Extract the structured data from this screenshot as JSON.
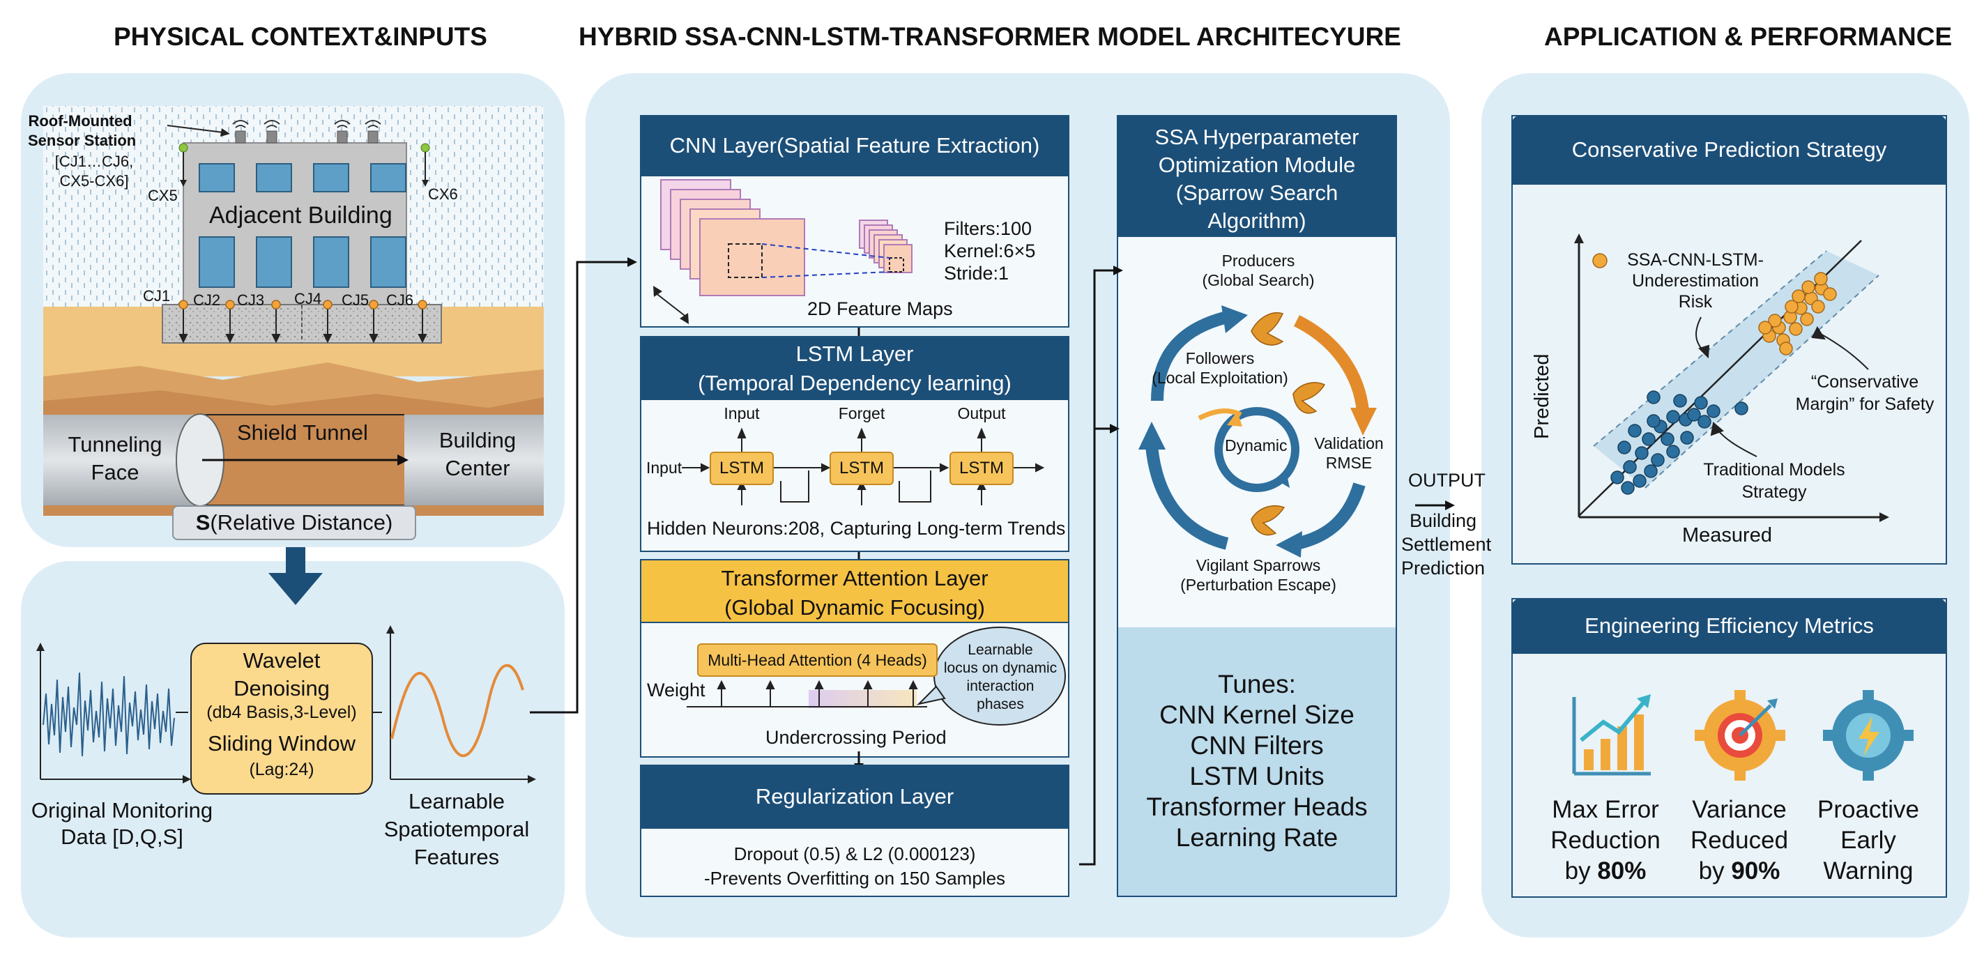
{
  "headers": {
    "left": "PHYSICAL CONTEXT&INPUTS",
    "middle": "HYBRID SSA-CNN-LSTM-TRANSFORMER MODEL ARCHITECYURE",
    "right": "APPLICATION & PERFORMANCE"
  },
  "physical": {
    "sensor_title_1": "Roof-Mounted",
    "sensor_title_2": "Sensor Station",
    "sensor_ids_1": "[CJ1…CJ6,",
    "sensor_ids_2": "CX5-CX6]",
    "cx5": "CX5",
    "cx6": "CX6",
    "building": "Adjacent Building",
    "cj": [
      "CJ1",
      "CJ2",
      "CJ3",
      "CJ4",
      "CJ5",
      "CJ6"
    ],
    "tunnel_face_1": "Tunneling",
    "tunnel_face_2": "Face",
    "shield_tunnel": "Shield Tunnel",
    "building_center_1": "Building",
    "building_center_2": "Center",
    "distance_symbol": "S",
    "distance_label": "(Relative Distance)"
  },
  "inputs": {
    "original_1": "Original Monitoring",
    "original_2": "Data [D,Q,S]",
    "wavelet_1": "Wavelet",
    "wavelet_2": "Denoising",
    "wavelet_3": "(db4 Basis,3-Level)",
    "sliding_1": "Sliding Window",
    "sliding_2": "(Lag:24)",
    "learnable_1": "Learnable",
    "learnable_2": "Spatiotemporal",
    "learnable_3": "Features"
  },
  "cnn": {
    "title": "CNN Layer(Spatial Feature Extraction)",
    "filters": "Filters:100",
    "kernel": "Kernel:6×5",
    "stride": "Stride:1",
    "maps": "2D Feature Maps"
  },
  "lstm": {
    "title_1": "LSTM Layer",
    "title_2": "(Temporal Dependency learning)",
    "gates": [
      "Input",
      "Forget",
      "Output"
    ],
    "input": "Input",
    "cell": "LSTM",
    "hidden": "Hidden Neurons:208, Capturing Long-term Trends"
  },
  "transformer": {
    "title_1": "Transformer Attention Layer",
    "title_2": "(Global Dynamic Focusing)",
    "mha": "Multi-Head Attention (4 Heads)",
    "weight": "Weight",
    "callout": [
      "Learnable",
      "locus on dynamic",
      "interaction",
      "phases"
    ],
    "period": "Undercrossing Period"
  },
  "regularization": {
    "title": "Regularization Layer",
    "line1": "Dropout (0.5) & L2 (0.000123)",
    "line2": "-Prevents Overfitting on 150 Samples"
  },
  "ssa": {
    "title": [
      "SSA Hyperparameter",
      "Optimization Module",
      "(Sparrow Search",
      "Algorithm)"
    ],
    "producers_1": "Producers",
    "producers_2": "(Global Search)",
    "followers_1": "Followers",
    "followers_2": "(Local Exploitation)",
    "dynamic": "Dynamic",
    "validation_1": "Validation",
    "validation_2": "RMSE",
    "vigilant_1": "Vigilant Sparrows",
    "vigilant_2": "(Perturbation Escape)",
    "tunes": [
      "Tunes:",
      "CNN Kernel Size",
      "CNN Filters",
      "LSTM Units",
      "Transformer Heads",
      "Learning Rate"
    ]
  },
  "output": {
    "label": "OUTPUT",
    "line1": "Building",
    "line2": "Settlement",
    "line3": "Prediction"
  },
  "strategy": {
    "title": "Conservative Prediction Strategy",
    "ylabel": "Predicted",
    "xlabel": "Measured",
    "legend_1": "SSA-CNN-LSTM-",
    "legend_2": "Underestimation",
    "legend_3": "Risk",
    "conservative_1": "“Conservative",
    "conservative_2": "Margin” for Safety",
    "traditional_1": "Traditional Models",
    "traditional_2": "Strategy"
  },
  "efficiency": {
    "title": "Engineering Efficiency Metrics",
    "m1": [
      "Max Error",
      "Reduction",
      "by "
    ],
    "m1_bold": "80%",
    "m2": [
      "Variance",
      "Reduced",
      "by "
    ],
    "m2_bold": "90%",
    "m3": [
      "Proactive",
      "Early",
      "Warning"
    ]
  },
  "colors": {
    "navy": "#1c4f78",
    "panel": "#ddedf6",
    "orange": "#f6c45a",
    "blue_point": "#2b6f9e",
    "orange_point": "#f2a93b"
  }
}
